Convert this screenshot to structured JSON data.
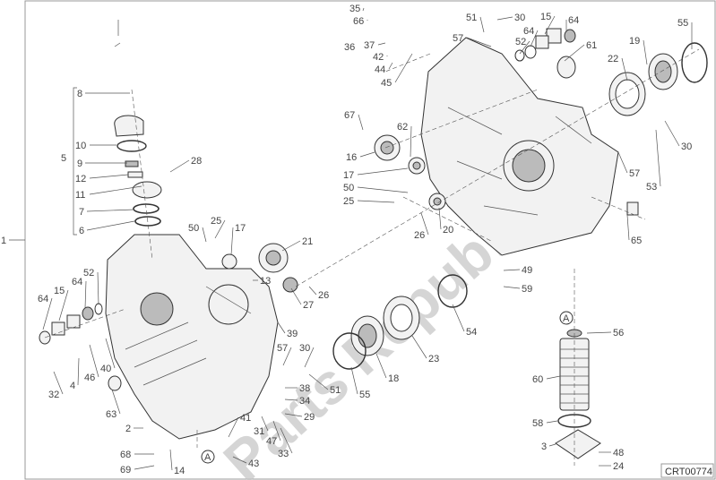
{
  "diagram": {
    "drawing_code": "CRT00774",
    "watermark": "Parts Republik",
    "reference_marker": "A",
    "labels": [
      "8",
      "10",
      "5",
      "9",
      "12",
      "11",
      "7",
      "6",
      "28",
      "1",
      "50",
      "25",
      "17",
      "21",
      "13",
      "26",
      "27",
      "39",
      "57",
      "30",
      "51",
      "38",
      "34",
      "29",
      "31",
      "47",
      "33",
      "41",
      "43",
      "2",
      "14",
      "68",
      "69",
      "63",
      "32",
      "4",
      "46",
      "40",
      "64",
      "15",
      "64",
      "52",
      "35",
      "66",
      "36",
      "37",
      "42",
      "44",
      "45",
      "51",
      "30",
      "57",
      "15",
      "64",
      "64",
      "52",
      "61",
      "55",
      "19",
      "22",
      "67",
      "62",
      "16",
      "17",
      "50",
      "25",
      "26",
      "20",
      "30",
      "57",
      "53",
      "65",
      "49",
      "59",
      "54",
      "23",
      "18",
      "55",
      "56",
      "60",
      "58",
      "3",
      "48",
      "24"
    ]
  }
}
